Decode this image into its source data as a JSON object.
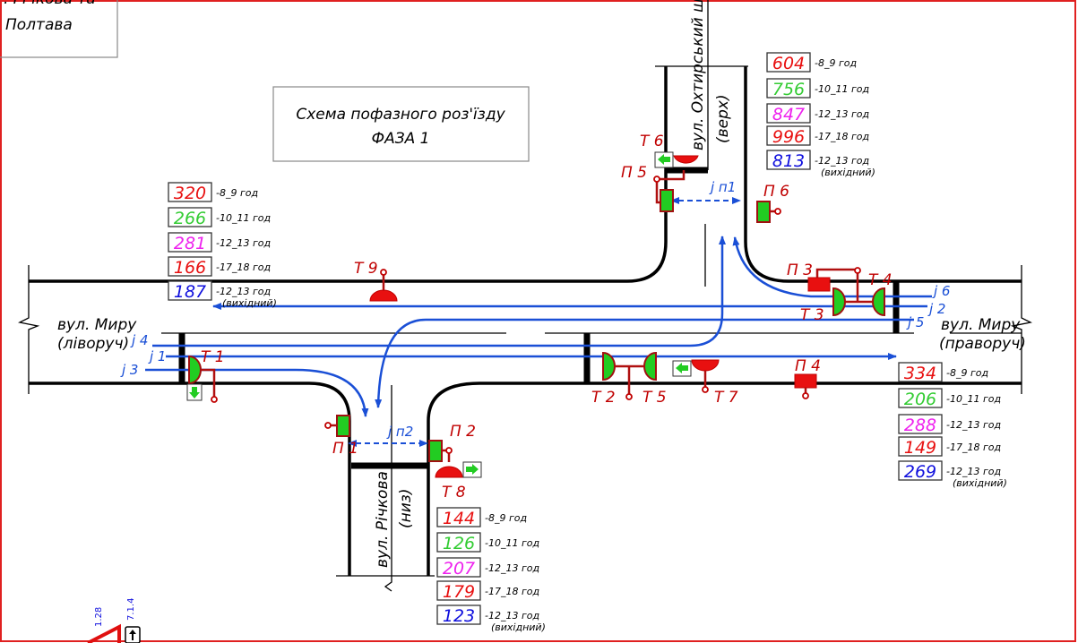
{
  "header": {
    "location_line1": ". Річкова та",
    "location_line2": "Полтава",
    "title_line1": "Схема пофазного роз'їзду",
    "title_line2": "ФАЗА  1"
  },
  "streets": {
    "top_name": "вул. Охтирський шлях",
    "top_note": "(верх)",
    "bottom_name": "вул. Річкова",
    "bottom_note": "(низ)",
    "left_name": "вул. Миру",
    "left_note": "(ліворуч)",
    "right_name": "вул. Миру",
    "right_note": "(праворуч)"
  },
  "signals": {
    "T1": "T 1",
    "T2": "T 2",
    "T3": "T 3",
    "T4": "T 4",
    "T5": "T 5",
    "T6": "T 6",
    "T7": "T 7",
    "T8": "T 8",
    "T9": "T 9",
    "P1": "П 1",
    "P2": "П 2",
    "P3": "П 3",
    "P4": "П 4",
    "P5": "П 5",
    "P6": "П 6"
  },
  "flows": {
    "j1": "j 1",
    "j2": "j 2",
    "j3": "j 3",
    "j4": "j 4",
    "j5": "j 5",
    "j6": "j 6",
    "jn1": "j п1",
    "jn2": "j п2"
  },
  "periods": [
    "-8_9 год",
    "-10_11 год",
    "-12_13 год",
    "-17_18 год",
    "-12_13 год",
    "(вихідний)"
  ],
  "period_colors": [
    "#e81010",
    "#33cc33",
    "#ee22ee",
    "#e81010",
    "#1010dd"
  ],
  "counts": {
    "left": [
      "320",
      "266",
      "281",
      "166",
      "187"
    ],
    "top": [
      "604",
      "756",
      "847",
      "996",
      "813"
    ],
    "right": [
      "334",
      "206",
      "288",
      "149",
      "269"
    ],
    "bottom": [
      "144",
      "126",
      "207",
      "179",
      "123"
    ]
  },
  "signs": {
    "sign1": "1.28",
    "sign2": "7.1.4"
  },
  "colors": {
    "flow": "#1a4fd6",
    "signal_label": "#c00000",
    "frame": "#e02020"
  }
}
